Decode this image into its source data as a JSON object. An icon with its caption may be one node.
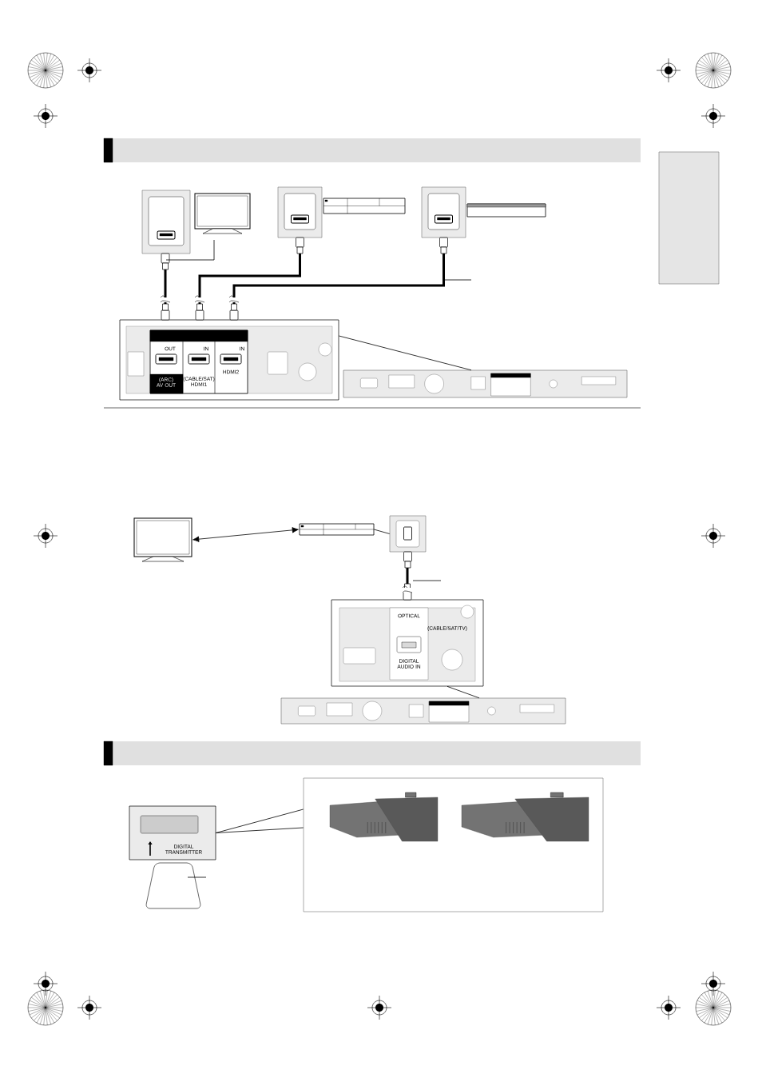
{
  "diagram": {
    "nodes": [
      {
        "text": [],
        "shape": "box"
      },
      {
        "text": [],
        "shape": "picture"
      },
      {
        "text": [],
        "shape": "box"
      },
      {
        "text": [],
        "shape": "picture"
      },
      {
        "text": [],
        "shape": "box"
      },
      {
        "text": [],
        "shape": "picture"
      },
      {
        "text": [
          "OUT",
          "IN",
          "IN",
          "(ARC) AV OUT",
          "(CABLE/SAT) HDMI1",
          "HDMI2"
        ]
      },
      {
        "text": [],
        "shape": "picture"
      },
      {
        "text": [],
        "shape": "picture"
      },
      {
        "text": [],
        "shape": "picture"
      },
      {
        "text": [],
        "shape": "box"
      },
      {
        "text": [
          "OPTICAL",
          "(CABLE/SAT/TV)",
          "DIGITAL AUDIO IN"
        ]
      },
      {
        "text": [],
        "shape": "picture"
      },
      {
        "text": [
          "DIGITAL TRANSMITTER"
        ]
      },
      {
        "text": [],
        "shape": "picture"
      },
      {
        "text": [],
        "shape": "box"
      },
      {
        "text": [],
        "shape": "picture",
        "in": 15
      },
      {
        "text": [],
        "shape": "picture",
        "in": 15
      },
      {
        "text": [],
        "shape": "box"
      }
    ],
    "edges": [
      {
        "from": 0,
        "to": 6,
        "arrow": "other",
        "style": "thick"
      },
      {
        "from": 2,
        "to": 6,
        "arrow": "other",
        "style": "thick"
      },
      {
        "from": 4,
        "to": 6,
        "arrow": "other",
        "style": "thick"
      },
      {
        "from": 6,
        "to": 7,
        "arrow": "none"
      },
      {
        "from": 8,
        "to": 9,
        "arrow": "both"
      },
      {
        "from": 9,
        "to": 10,
        "arrow": "none"
      },
      {
        "from": 10,
        "to": 11,
        "arrow": "other",
        "style": "thick"
      },
      {
        "from": 11,
        "to": 12,
        "arrow": "none"
      },
      {
        "from": 13,
        "to": 15,
        "arrow": "none"
      },
      {
        "from": null,
        "to": 14,
        "arrow": "none"
      }
    ]
  }
}
